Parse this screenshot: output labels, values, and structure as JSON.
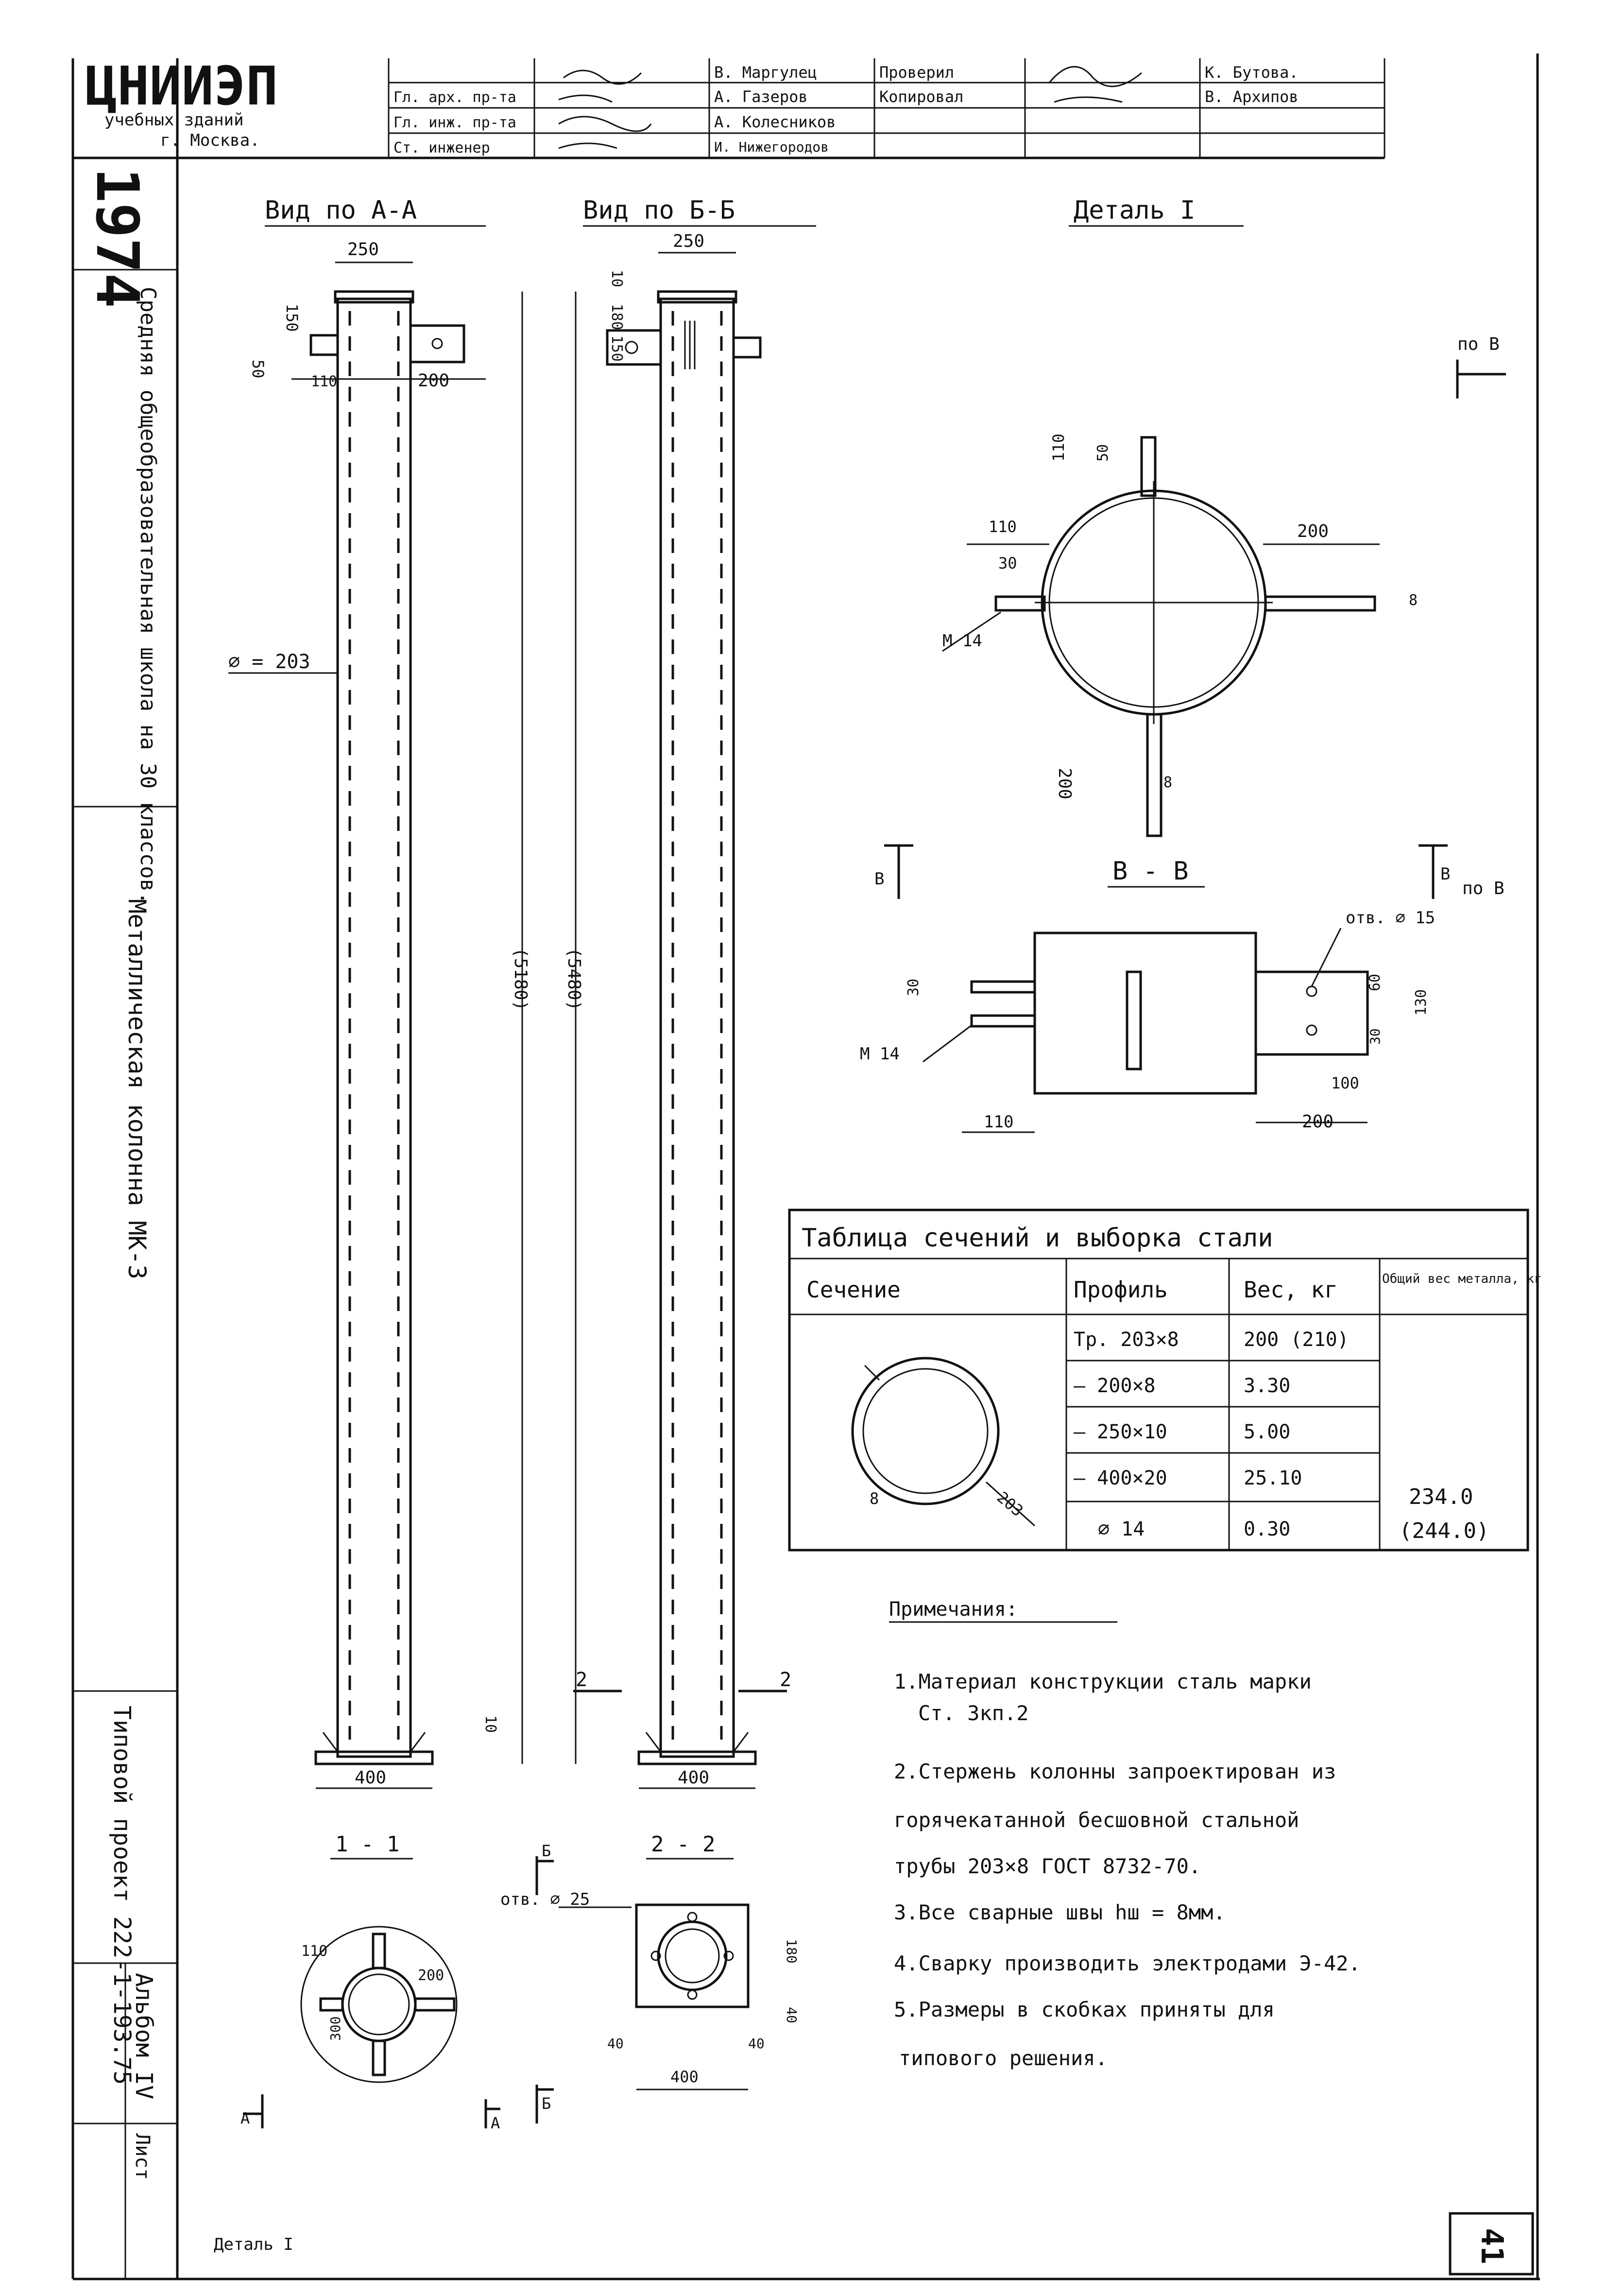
{
  "title_block": {
    "org": "ЦНИИЭП",
    "org_sub1": "учебных зданий",
    "org_sub2": "г. Москва.",
    "roles": [
      "Гл. арх. пр-та",
      "Гл. инж. пр-та",
      "Ст. инженер"
    ],
    "names": [
      "В. Маргулец",
      "А. Газеров",
      "А. Колесников",
      "И. Нижегородов"
    ],
    "check_labels": [
      "Проверил",
      "Копировал"
    ],
    "right_names": [
      "К. Бутова.",
      "В. Архипов"
    ]
  },
  "side_strip": {
    "year": "1974",
    "school": "Средняя общеобразовательная школа на 30 классов.",
    "product": "Металлическая колонна МК-3",
    "project": "Типовой проект 222-1-193.75",
    "album": "Альбом IV",
    "sheet_label": "Лист"
  },
  "views": {
    "aa_title": "Вид по А-А",
    "bb_title": "Вид по Б-Б",
    "detail_title": "Деталь I",
    "aa_dims": [
      "250",
      "150",
      "10",
      "50",
      "110",
      "200",
      "400",
      "⌀ = 203",
      "(5480)"
    ],
    "bb_dims": [
      "250",
      "10",
      "180",
      "150",
      "400",
      "(5180)",
      "10"
    ],
    "section_marks": [
      "2",
      "2"
    ]
  },
  "detail": {
    "dims_top": [
      "110",
      "30",
      "110",
      "50",
      "200",
      "8"
    ],
    "bolt": "М 14",
    "dims_bottom": [
      "200",
      "8"
    ],
    "cut_marks": [
      "В",
      "В",
      "по В",
      "по В"
    ],
    "section_title": "В - В",
    "hole": "отв. ⌀ 15",
    "bvv_dims": [
      "30",
      "М 14",
      "110",
      "60",
      "30",
      "130",
      "100",
      "200"
    ]
  },
  "table": {
    "title": "Таблица сечений и выборка стали",
    "headers": [
      "Сечение",
      "Профиль",
      "Вес, кг",
      "Общий вес металла, кг"
    ],
    "rows": [
      [
        "Тр. 203×8",
        "200 (210)"
      ],
      [
        "— 200×8",
        "3.30"
      ],
      [
        "— 250×10",
        "5.00"
      ],
      [
        "— 400×20",
        "25.10"
      ],
      [
        "⌀ 14",
        "0.30"
      ]
    ],
    "total": [
      "234.0",
      "(244.0)"
    ],
    "section_dims": [
      "8",
      "203"
    ]
  },
  "notes": {
    "title": "Примечания:",
    "lines": [
      "1.Материал конструкции сталь марки",
      "Ст. 3кп.2",
      "2.Стержень колонны запроектирован из",
      "горячекатанной бесшовной стальной",
      "трубы 203×8   ГОСТ 8732-70.",
      "3.Все сварные швы   hш = 8мм.",
      "4.Сварку производить электродами Э-42.",
      "5.Размеры в скобках приняты для",
      "типового решения."
    ]
  },
  "sections": {
    "s11": "1 - 1",
    "s22": "2 - 2",
    "s11_dims": [
      "110",
      "200",
      "300"
    ],
    "s22_hole": "отв. ⌀ 25",
    "s22_dims": [
      "40",
      "400",
      "40",
      "180",
      "40"
    ],
    "cut_labels": [
      "Б",
      "А",
      "Б",
      "А"
    ]
  },
  "footer": {
    "detail_ref": "Деталь I",
    "sheet_number": "41"
  }
}
